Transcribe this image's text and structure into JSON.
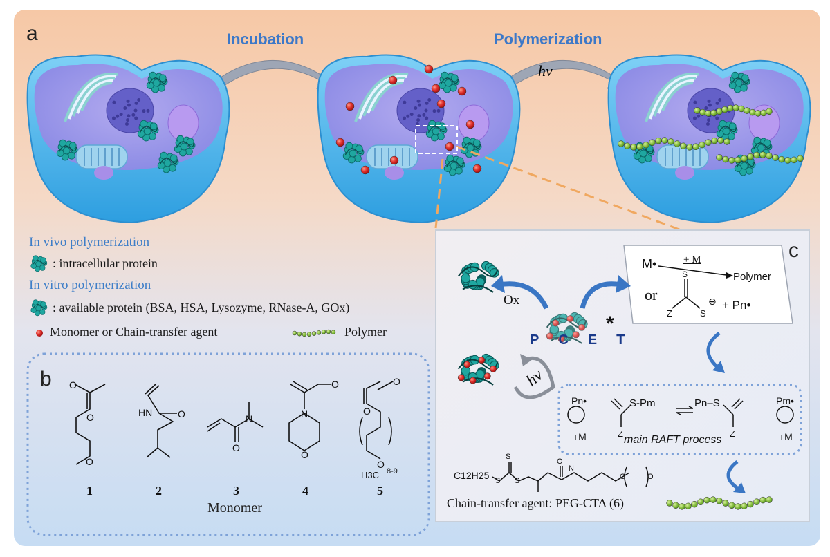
{
  "panels": {
    "a": "a",
    "b": "b",
    "c": "c"
  },
  "steps": {
    "incubation": "Incubation",
    "polymerization": "Polymerization",
    "hv": "hv"
  },
  "legend": {
    "in_vivo": "In vivo polymerization",
    "intracellular": ": intracellular protein",
    "in_vitro": "In vitro polymerization",
    "available": ": available protein (BSA, HSA, Lysozyme, RNase-A, GOx)",
    "monomer_cta": "Monomer  or Chain-transfer  agent",
    "polymer": "Polymer"
  },
  "monomers": {
    "numbers": [
      "1",
      "2",
      "3",
      "4",
      "5"
    ],
    "caption": "Monomer",
    "atoms": {
      "O": "O",
      "N": "N",
      "HN": "HN",
      "H3C": "H3C",
      "repeat": "8-9"
    }
  },
  "pcet": {
    "label": "PCET",
    "star": "*",
    "ox": "Ox",
    "hv": "hv",
    "m_radical": "M•",
    "plus_m": "+ M",
    "polymer": "Polymer",
    "or": "or",
    "s": "S",
    "z": "Z",
    "s_minus": "S",
    "ominus": "⊖",
    "plus_pn": "+ Pn•",
    "raft_caption": "main RAFT process",
    "raft_pn": "Pn•",
    "raft_pm": "Pm•",
    "raft_plus_m": "+M",
    "raft_s_pm": "S-Pm",
    "raft_pn_s": "Pn–S",
    "cta_formula": "C12H25",
    "cta_caption": "Chain-transfer agent: PEG-CTA (6)"
  },
  "colors": {
    "title_blue": "#3c78c8",
    "cell_blue": "#3aa8e8",
    "monomer_red": "#d8282a",
    "polymer_green": "#8cc24a",
    "protein_teal": "#1fa7a0"
  }
}
